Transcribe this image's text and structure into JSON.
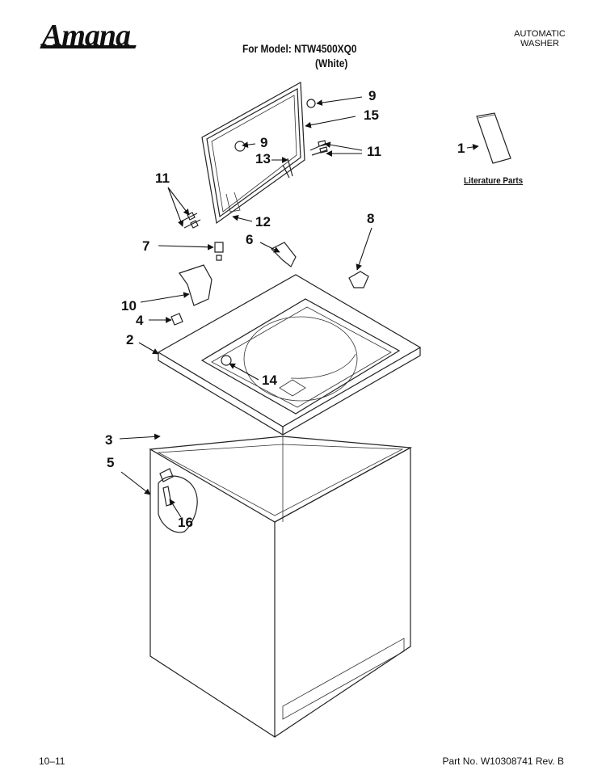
{
  "header": {
    "brand": "Amana",
    "model_line": "For Model: NTW4500XQ0",
    "color_line": "(White)",
    "appliance_type_line1": "AUTOMATIC",
    "appliance_type_line2": "WASHER"
  },
  "literature_label": "Literature Parts",
  "callouts": {
    "c1": "1",
    "c2": "2",
    "c3": "3",
    "c4": "4",
    "c5": "5",
    "c6": "6",
    "c7": "7",
    "c8": "8",
    "c9a": "9",
    "c9b": "9",
    "c10": "10",
    "c11a": "11",
    "c11b": "11",
    "c12": "12",
    "c13": "13",
    "c14": "14",
    "c15": "15",
    "c16": "16"
  },
  "footer": {
    "page_ref": "10–11",
    "part_no": "Part No. W10308741 Rev. B"
  }
}
